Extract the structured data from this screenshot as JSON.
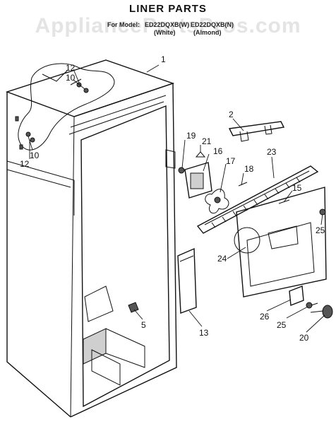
{
  "watermark": "AppliancePartsPros.com",
  "title": "LINER PARTS",
  "subtitle": {
    "prefix": "For Model:",
    "model_white": "ED22DQXB(W)",
    "model_almond": "ED22DQXB(N)",
    "white": "(White)",
    "almond": "(Almond)"
  },
  "callouts": [
    {
      "label": "1"
    },
    {
      "label": "2"
    },
    {
      "label": "12"
    },
    {
      "label": "10"
    },
    {
      "label": "12"
    },
    {
      "label": "10"
    },
    {
      "label": "19"
    },
    {
      "label": "21"
    },
    {
      "label": "16"
    },
    {
      "label": "17"
    },
    {
      "label": "18"
    },
    {
      "label": "23"
    },
    {
      "label": "15"
    },
    {
      "label": "25"
    },
    {
      "label": "24"
    },
    {
      "label": "5"
    },
    {
      "label": "13"
    },
    {
      "label": "26"
    },
    {
      "label": "25"
    },
    {
      "label": "20"
    }
  ]
}
